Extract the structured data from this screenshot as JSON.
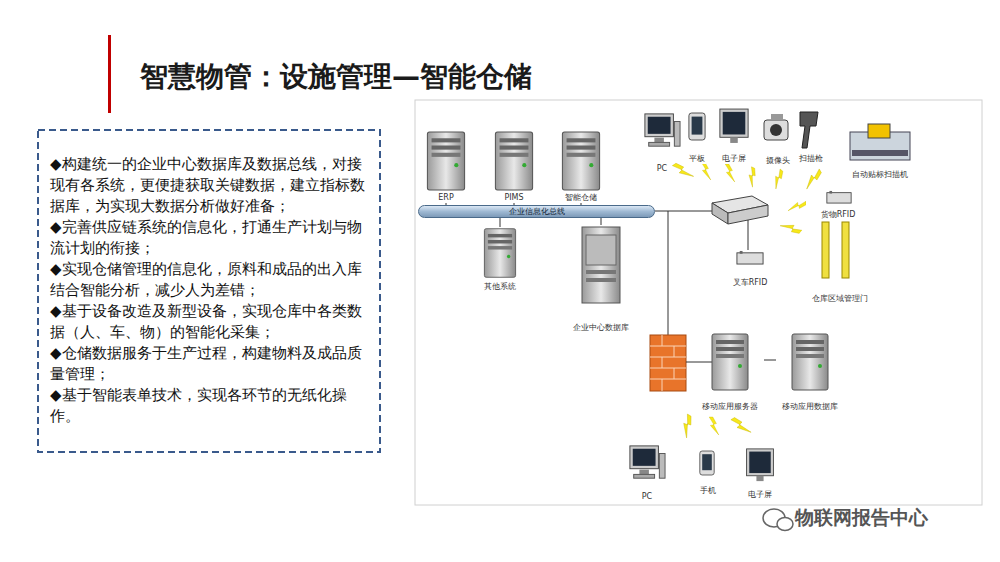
{
  "diagram": {
    "title": "智慧物管：设施管理—智能仓储",
    "nodes": [
      {
        "text": [
          "◆构建统一的企业中心数据库及数据总线，对接现有各系统，更便捷获取关键数据，建立指标数据库，为实现大数据分析做好准备；",
          "◆完善供应链系统的信息化，打通生产计划与物流计划的衔接；",
          "◆实现仓储管理的信息化，原料和成品的出入库结合智能分析，减少人为差错；",
          "◆基于设备改造及新型设备，实现仓库中各类数据（人、车、物）的智能化采集；",
          "◆仓储数据服务于生产过程，构建物料及成品质量管理；",
          "◆基于智能表单技术，实现各环节的无纸化操作。"
        ]
      },
      {
        "text": [
          "ERP"
        ]
      },
      {
        "text": [
          "PIMS"
        ]
      },
      {
        "text": [
          "智能仓储"
        ]
      },
      {
        "text": [
          "企业信息化总线"
        ]
      },
      {
        "text": [
          "其他系统"
        ]
      },
      {
        "text": [
          "企业中心数据库"
        ]
      },
      {
        "text": [
          "PC"
        ]
      },
      {
        "text": [
          "平板"
        ]
      },
      {
        "text": [
          "电子屏"
        ]
      },
      {
        "text": [
          "摄像头"
        ]
      },
      {
        "text": [
          "扫描枪"
        ]
      },
      {
        "text": [
          "自动贴标扫描机"
        ]
      },
      {
        "text": [
          "货物RFID"
        ]
      },
      {
        "text": [
          "仓库区域管理门"
        ]
      },
      {
        "text": [
          "叉车RFID"
        ]
      },
      {
        "text": [
          "移动应用服务器"
        ]
      },
      {
        "text": [
          "移动应用数据库"
        ]
      },
      {
        "text": [
          "PC"
        ]
      },
      {
        "text": [
          "手机"
        ]
      },
      {
        "text": [
          "电子屏"
        ]
      }
    ],
    "edges": [
      {
        "from": 1,
        "to": 4,
        "arrow": "none"
      },
      {
        "from": 2,
        "to": 4,
        "arrow": "none"
      },
      {
        "from": 3,
        "to": 4,
        "arrow": "none"
      },
      {
        "from": 5,
        "to": 4,
        "arrow": "none"
      },
      {
        "from": 6,
        "to": 4,
        "arrow": "none"
      },
      {
        "from": 16,
        "to": 17,
        "arrow": "none"
      }
    ],
    "labels": [
      "物联网报告中心"
    ]
  }
}
